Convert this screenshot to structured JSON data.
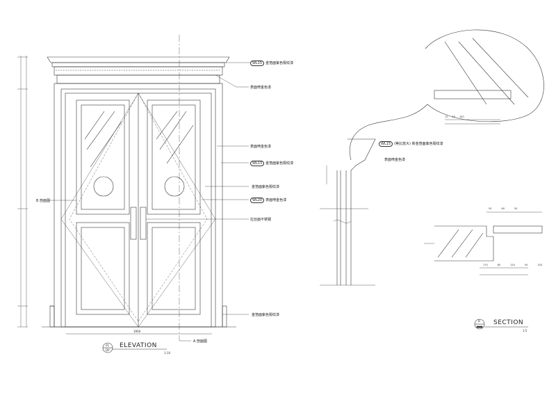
{
  "elevation": {
    "title": "ELEVATION",
    "scale": "1:10",
    "ref_top": "01",
    "ref_bottom": "DP",
    "width_dim": "1950",
    "section_a": "A 剖面图",
    "section_b": "B 剖面图",
    "labels": [
      {
        "tag": "WL15",
        "text": "金箔面紫色裂纹漆"
      },
      {
        "tag": "",
        "text": "表面喷金色漆"
      },
      {
        "tag": "",
        "text": "表面喷金色漆"
      },
      {
        "tag": "WL13",
        "text": "金箔面紫色裂纹漆"
      },
      {
        "tag": "",
        "text": "金箔面紫色裂纹漆"
      },
      {
        "tag": "WL20",
        "text": "表面喷金色漆"
      },
      {
        "tag": "",
        "text": "拉丝面不锈钢"
      },
      {
        "tag": "",
        "text": "金箔面紫色裂纹漆"
      }
    ]
  },
  "section": {
    "title": "SECTION",
    "scale": "1:5",
    "ref_top": "B",
    "labels": [
      {
        "tag": "WL15",
        "text": "(等比放大) 新金箔面紫色裂纹漆"
      },
      {
        "tag": "",
        "text": "表面喷金色漆"
      }
    ],
    "detail_dims": [
      "12",
      "50",
      "100",
      "50",
      "60",
      "50",
      "170",
      "80",
      "120",
      "50",
      "100"
    ]
  }
}
